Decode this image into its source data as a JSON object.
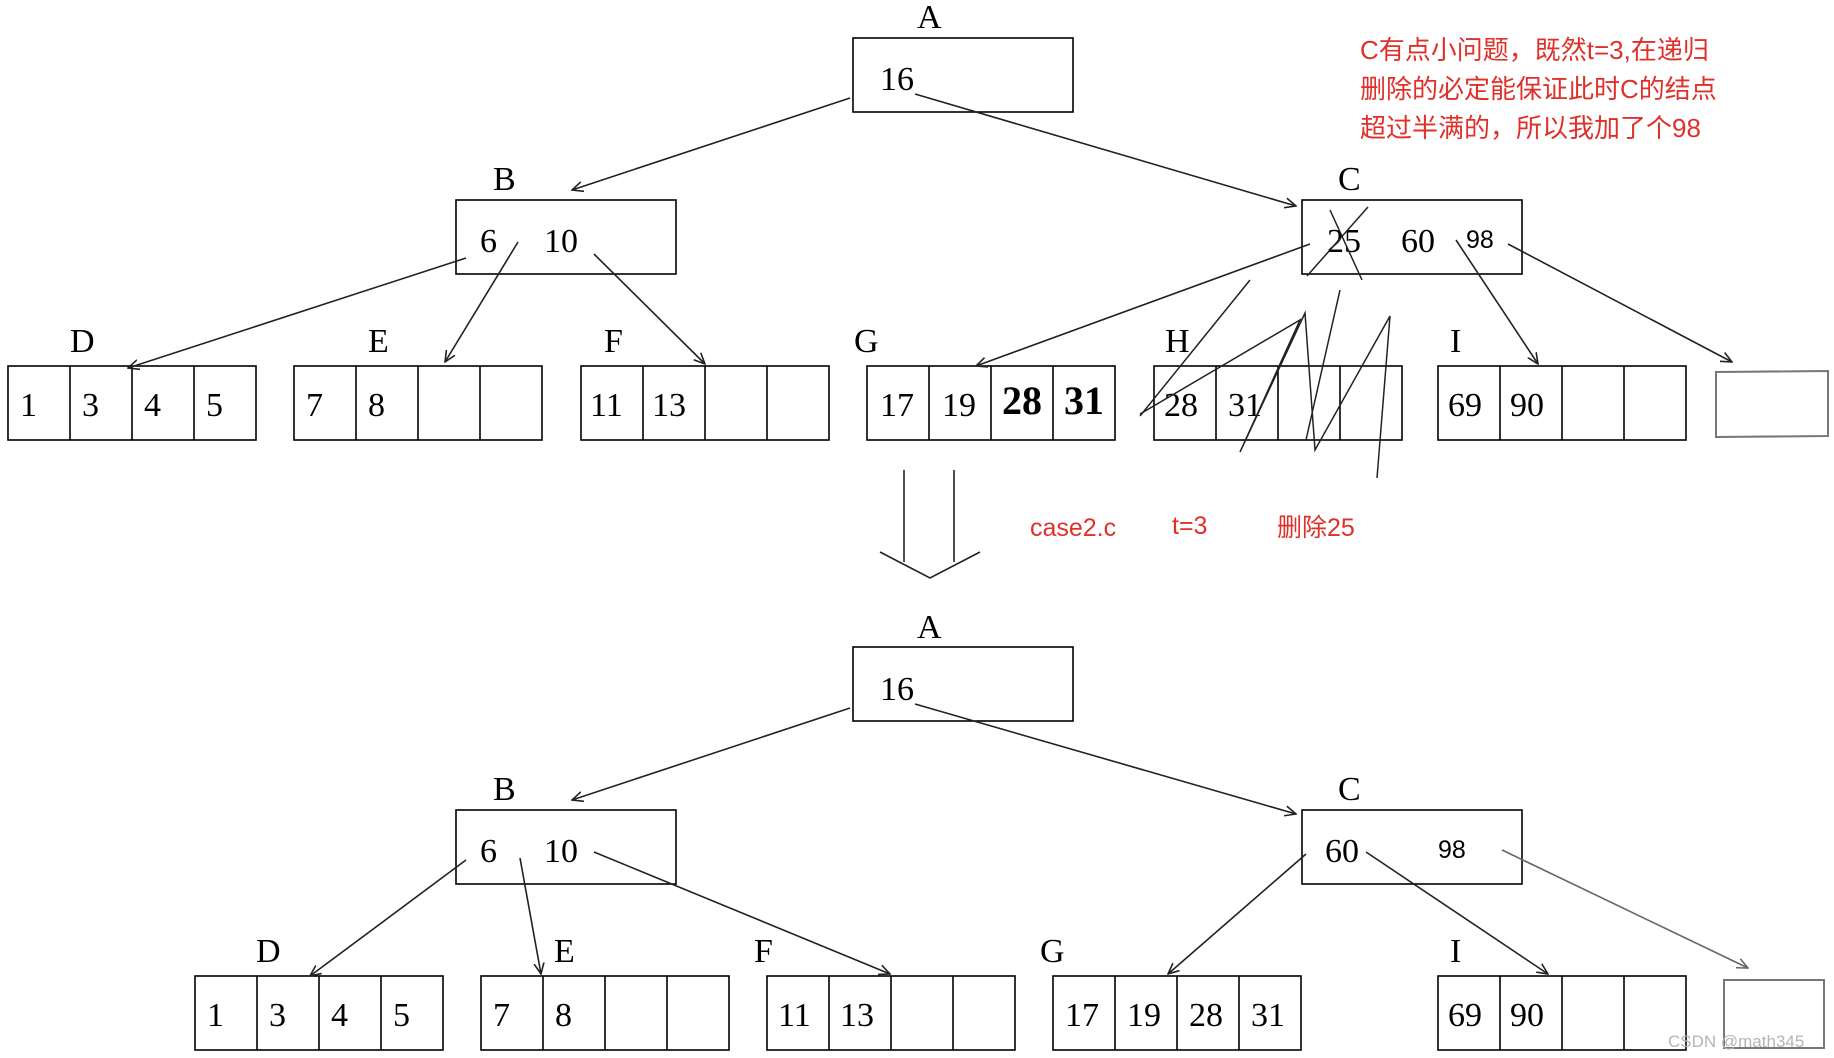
{
  "note_lines": [
    "C有点小问题，既然t=3,在递归",
    "删除的必定能保证此时C的结点",
    "超过半满的，所以我加了个98"
  ],
  "caption": {
    "case": "case2.c",
    "t": "t=3",
    "action": "删除25"
  },
  "watermark": "CSDN @math345",
  "before": {
    "A": {
      "label": "A",
      "keys": [
        "16"
      ]
    },
    "B": {
      "label": "B",
      "keys": [
        "6",
        "10"
      ]
    },
    "C": {
      "label": "C",
      "keys": [
        "25",
        "60"
      ],
      "extra": "98"
    },
    "D": {
      "label": "D",
      "cells": [
        "1",
        "3",
        "4",
        "5"
      ]
    },
    "E": {
      "label": "E",
      "cells": [
        "7",
        "8",
        "",
        ""
      ]
    },
    "F": {
      "label": "F",
      "cells": [
        "11",
        "13",
        "",
        ""
      ]
    },
    "G": {
      "label": "G",
      "cells": [
        "17",
        "19",
        "28",
        "31"
      ]
    },
    "H": {
      "label": "H",
      "cells": [
        "28",
        "31",
        "",
        ""
      ]
    },
    "I": {
      "label": "I",
      "cells": [
        "69",
        "90",
        "",
        ""
      ]
    }
  },
  "after": {
    "A": {
      "label": "A",
      "keys": [
        "16"
      ]
    },
    "B": {
      "label": "B",
      "keys": [
        "6",
        "10"
      ]
    },
    "C": {
      "label": "C",
      "keys": [
        "60"
      ],
      "extra": "98"
    },
    "D": {
      "label": "D",
      "cells": [
        "1",
        "3",
        "4",
        "5"
      ]
    },
    "E": {
      "label": "E",
      "cells": [
        "7",
        "8",
        "",
        ""
      ]
    },
    "F": {
      "label": "F",
      "cells": [
        "11",
        "13",
        "",
        ""
      ]
    },
    "G": {
      "label": "G",
      "cells": [
        "17",
        "19",
        "28",
        "31"
      ]
    },
    "I": {
      "label": "I",
      "cells": [
        "69",
        "90",
        "",
        ""
      ]
    }
  }
}
